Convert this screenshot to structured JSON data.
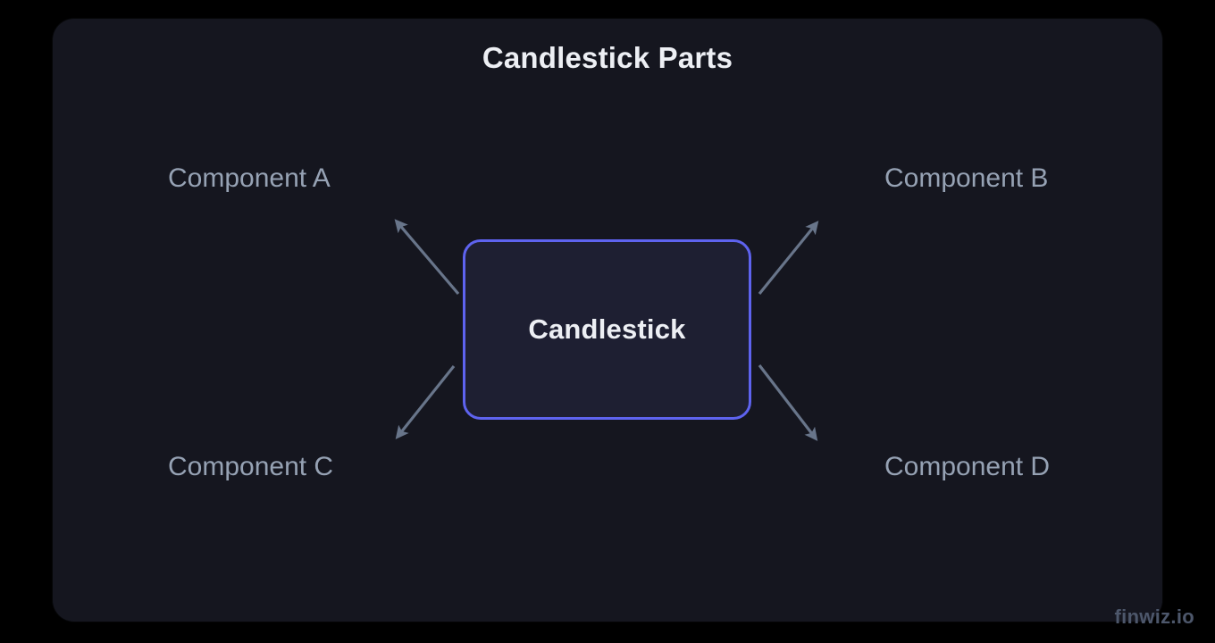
{
  "diagram": {
    "title": "Candlestick Parts",
    "center_node": {
      "label": "Candlestick"
    },
    "components": [
      {
        "label": "Component A",
        "position": "top-left"
      },
      {
        "label": "Component B",
        "position": "top-right"
      },
      {
        "label": "Component C",
        "position": "bottom-left"
      },
      {
        "label": "Component D",
        "position": "bottom-right"
      }
    ],
    "connections": [
      {
        "from": "Candlestick",
        "to": "Component A"
      },
      {
        "from": "Candlestick",
        "to": "Component B"
      },
      {
        "from": "Candlestick",
        "to": "Component C"
      },
      {
        "from": "Candlestick",
        "to": "Component D"
      }
    ]
  },
  "watermark": "finwiz.io",
  "colors": {
    "background": "#000000",
    "panel": "#15161f",
    "node_fill": "#1e1f32",
    "node_border": "#5e63ef",
    "title_text": "#edeff4",
    "label_text": "#96a2b4",
    "arrow": "#68758a",
    "watermark_text": "#4d576b"
  }
}
